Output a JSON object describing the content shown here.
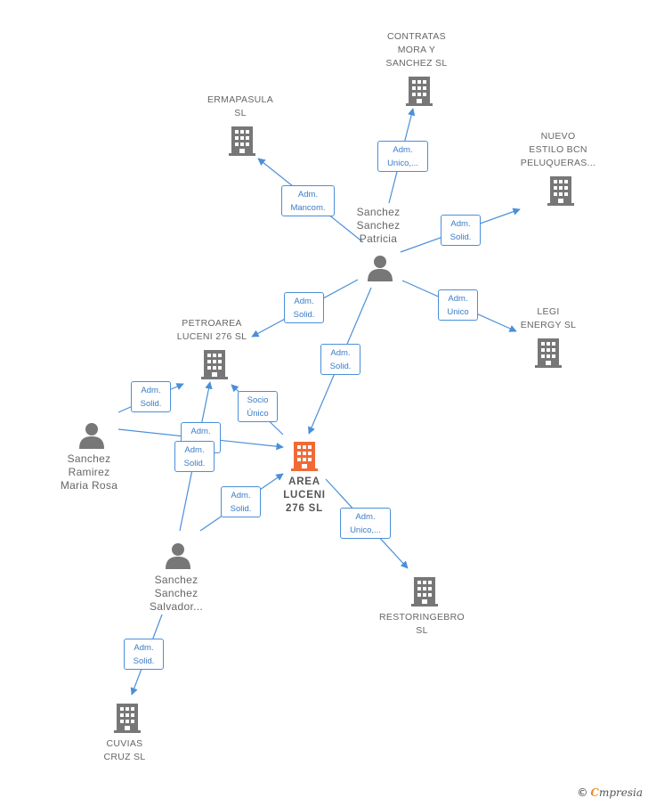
{
  "colors": {
    "edge": "#4a8fd8",
    "node": "#777777",
    "main_node": "#f06a35"
  },
  "nodes": {
    "contratas": {
      "label": "CONTRATAS\nMORA Y\nSANCHEZ  SL",
      "icon": "building-icon"
    },
    "ermapasula": {
      "label": "ERMAPASULA\nSL",
      "icon": "building-icon"
    },
    "nuevo_estilo": {
      "label": "NUEVO\nESTILO BCN\nPELUQUERAS...",
      "icon": "building-icon"
    },
    "sanchez_patricia": {
      "label": "Sanchez\nSanchez\nPatricia",
      "icon": "person-icon"
    },
    "petroarea": {
      "label": "PETROAREA\nLUCENI 276  SL",
      "icon": "building-icon"
    },
    "legi": {
      "label": "LEGI\nENERGY  SL",
      "icon": "building-icon"
    },
    "sanchez_maria": {
      "label": "Sanchez\nRamirez\nMaria Rosa",
      "icon": "person-icon"
    },
    "area_luceni": {
      "label": "AREA\nLUCENI\n276  SL",
      "icon": "building-icon"
    },
    "sanchez_salvador": {
      "label": "Sanchez\nSanchez\nSalvador...",
      "icon": "person-icon"
    },
    "restoringebro": {
      "label": "RESTORINGEBRO\nSL",
      "icon": "building-icon"
    },
    "cuvias": {
      "label": "CUVIAS\nCRUZ  SL",
      "icon": "building-icon"
    }
  },
  "edges": [
    {
      "label": "Adm.\nUnico,..."
    },
    {
      "label": "Adm.\nMancom."
    },
    {
      "label": "Adm.\nSolid."
    },
    {
      "label": "Adm.\nSolid."
    },
    {
      "label": "Adm.\nUnico"
    },
    {
      "label": "Adm.\nSolid."
    },
    {
      "label": "Socio\nÚnico"
    },
    {
      "label": "Adm.\nSolid."
    },
    {
      "label": "Adm.\nSolid."
    },
    {
      "label": "Adm.\nSolid."
    },
    {
      "label": "Adm.\nSolid."
    },
    {
      "label": "Adm.\nUnico,..."
    },
    {
      "label": "Adm.\nSolid."
    }
  ],
  "brand": {
    "copyright": "©",
    "initial": "C",
    "name": "mpresia"
  }
}
